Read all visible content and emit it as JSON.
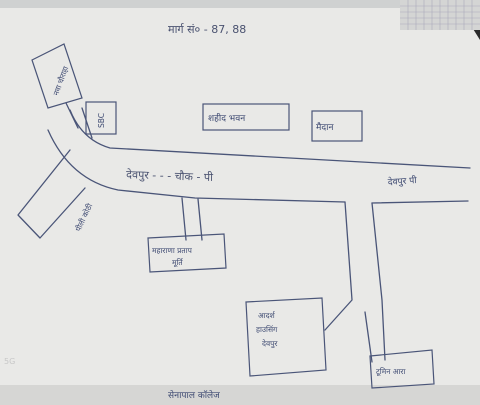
{
  "header_title": "मार्ग सं० - 87, 88",
  "labels": {
    "top_left_box": "नवा चौराहा",
    "small_box": "SBC",
    "top_center_box": "शहीद भवन",
    "top_right_box": "मैदान",
    "main_road": "देवपुर - - - चौक - पी",
    "right_road": "देवपुर पी",
    "left_road": "पीली कोठी",
    "mid_box_line1": "महाराणा प्रताप",
    "mid_box_line2": "मूर्ति",
    "center_box_line1": "आदर्श",
    "center_box_line2": "हाउसिंग",
    "center_box_line3": "देवपुर",
    "bottom_right_box": "टूमिन आरा",
    "bottom_text": "सेनापाल कॉलेज"
  },
  "status_bar": "5G",
  "colors": {
    "paper": "#e8e8e6",
    "ink": "#4a5578",
    "background": "#2b2b2b"
  }
}
